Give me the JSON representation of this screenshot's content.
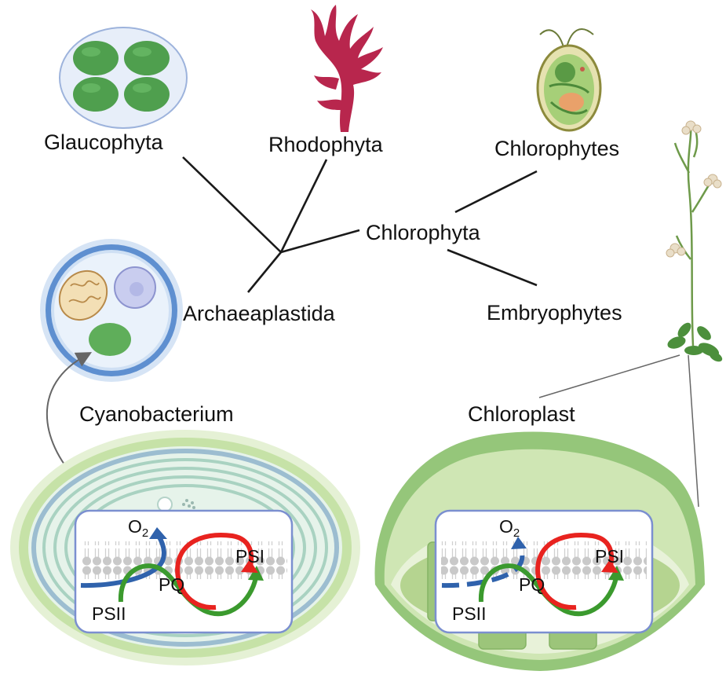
{
  "tree": {
    "labels": {
      "glaucophyta": "Glaucophyta",
      "rhodophyta": "Rhodophyta",
      "chlorophytes": "Chlorophytes",
      "chlorophyta": "Chlorophyta",
      "embryophytes": "Embryophytes",
      "archaeplastida": "Archaeaplastida"
    }
  },
  "cyanobacterium_panel": {
    "title": "Cyanobacterium",
    "o2": "O",
    "o2_sub": "2",
    "psi": "PSI",
    "pq": "PQ",
    "psii": "PSII"
  },
  "chloroplast_panel": {
    "title": "Chloroplast",
    "o2": "O",
    "o2_sub": "2",
    "psi": "PSI",
    "pq": "PQ",
    "psii": "PSII"
  },
  "colors": {
    "electron_flow_red": "#e8231f",
    "electron_flow_green": "#3b9a2e",
    "oxygen_blue": "#2f62ac",
    "membrane_box_border": "#7b8fd0",
    "algae_green": "#5fae5a",
    "red_algae": "#b8264d",
    "plastid_green": "#9ccc6b"
  }
}
